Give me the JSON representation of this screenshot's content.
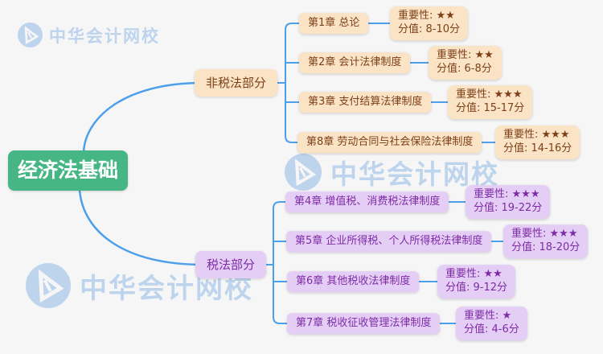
{
  "watermark": {
    "brand": "中华会计网校"
  },
  "root": {
    "label": "经济法基础"
  },
  "branches": [
    {
      "label": "非税法部分",
      "children": [
        {
          "chapter": "第1章 总论",
          "importance": "重要性: ★★",
          "score": "分值: 8-10分"
        },
        {
          "chapter": "第2章 会计法律制度",
          "importance": "重要性: ★★",
          "score": "分值: 6-8分"
        },
        {
          "chapter": "第3章 支付结算法律制度",
          "importance": "重要性: ★★★",
          "score": "分值: 15-17分"
        },
        {
          "chapter": "第8章 劳动合同与社会保险法律制度",
          "importance": "重要性: ★★★",
          "score": "分值: 14-16分"
        }
      ]
    },
    {
      "label": "税法部分",
      "children": [
        {
          "chapter": "第4章 增值税、消费税法律制度",
          "importance": "重要性: ★★★",
          "score": "分值: 19-22分"
        },
        {
          "chapter": "第5章 企业所得税、个人所得税法律制度",
          "importance": "重要性: ★★★",
          "score": "分值: 18-20分"
        },
        {
          "chapter": "第6章 其他税收法律制度",
          "importance": "重要性: ★★",
          "score": "分值: 9-12分"
        },
        {
          "chapter": "第7章 税收征收管理法律制度",
          "importance": "重要性: ★",
          "score": "分值: 4-6分"
        }
      ]
    }
  ],
  "colors": {
    "background": "#f6f6f7",
    "root_bg": "#46b684",
    "non_tax_bg": "#fbe3c6",
    "non_tax_text": "#7d4018",
    "tax_bg": "#e4cef6",
    "tax_text": "#7e2ba5",
    "connector": "#4c9fe9",
    "watermark": "#bdd4ec"
  }
}
